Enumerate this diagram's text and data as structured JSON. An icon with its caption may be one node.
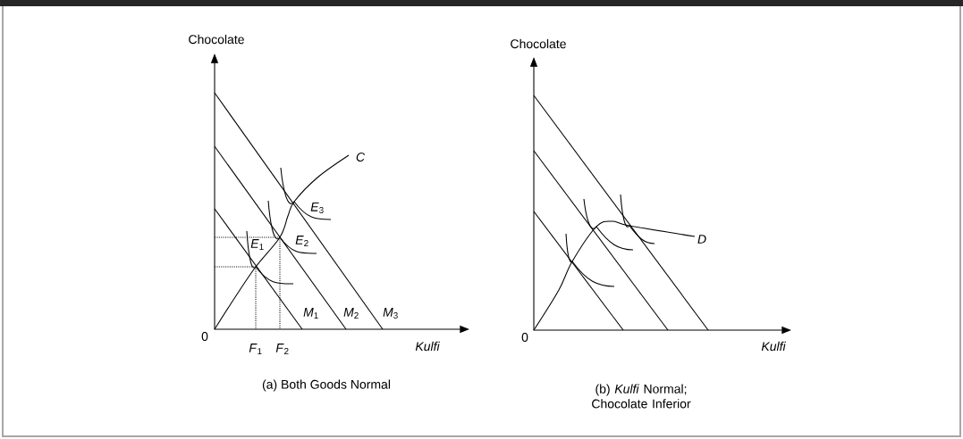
{
  "diagram": {
    "labels": [
      "Chocolate",
      "C",
      "*E*$_{3}$",
      "*E*$_{1}$",
      "*E*$_{2}$",
      "*M*$_{1}$",
      "*M*$_{2}$",
      "*M*$_{3}$",
      "0",
      "*F*$_{1}$",
      "*F*$_{2}$",
      "Kulfi",
      "(a) Both Goods Normal",
      "Chocolate",
      "D",
      "0",
      "Kulfi",
      "(b) *Kulfi* Normal; Chocolate Inferior"
    ]
  }
}
